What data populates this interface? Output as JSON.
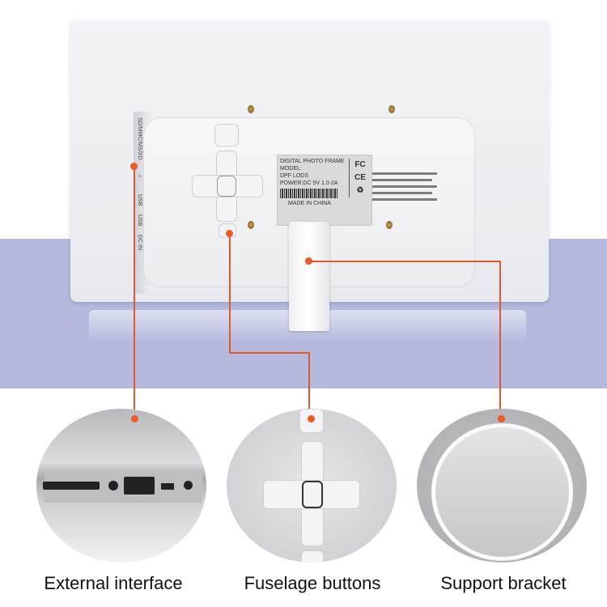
{
  "product": {
    "label": {
      "lines": [
        "DIGITAL PHOTO FRAME",
        "MODEL:",
        "DPF LODS",
        "POWER:DC  5V  1.0-2A"
      ],
      "made_in": "MADE IN CHINA",
      "marks": [
        "FC",
        "CE",
        "♻"
      ]
    },
    "ports": [
      "SD/MMC/MS/XD",
      "∩",
      "USB",
      "USB",
      "DC IN"
    ]
  },
  "callouts": [
    {
      "label": "External interface"
    },
    {
      "label": "Fuselage buttons"
    },
    {
      "label": "Support bracket"
    }
  ],
  "colors": {
    "accent_line": "#e0582b",
    "band": "#b3bade"
  }
}
